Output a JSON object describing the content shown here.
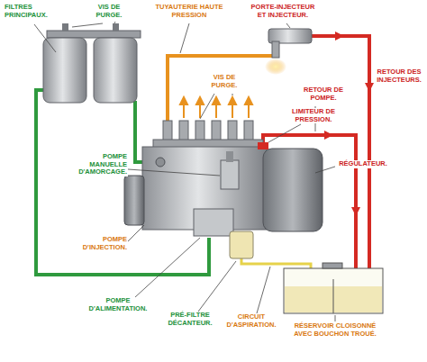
{
  "diagram": {
    "labels": [
      "FILTRES PRINCIPAUX.",
      "VIS DE PURGE.",
      "TUYAUTERIE HAUTE PRESSION",
      "PORTE-INJECTEUR ET INJECTEUR.",
      "VIS DE PURGE.",
      "RETOUR DES INJECTEURS.",
      "RETOUR DE POMPE.",
      "LIMITEUR DE PRESSION.",
      "POMPE MANUELLE D'AMORCAGE.",
      "RÉGULATEUR.",
      "POMPE D'INJECTION.",
      "POMPE D'ALIMENTATION.",
      "PRÉ-FILTRE DÉCANTEUR.",
      "CIRCUIT D'ASPIRATION.",
      "RÉSERVOIR CLOISONNÉ AVEC BOUCHON TROUÉ."
    ]
  }
}
